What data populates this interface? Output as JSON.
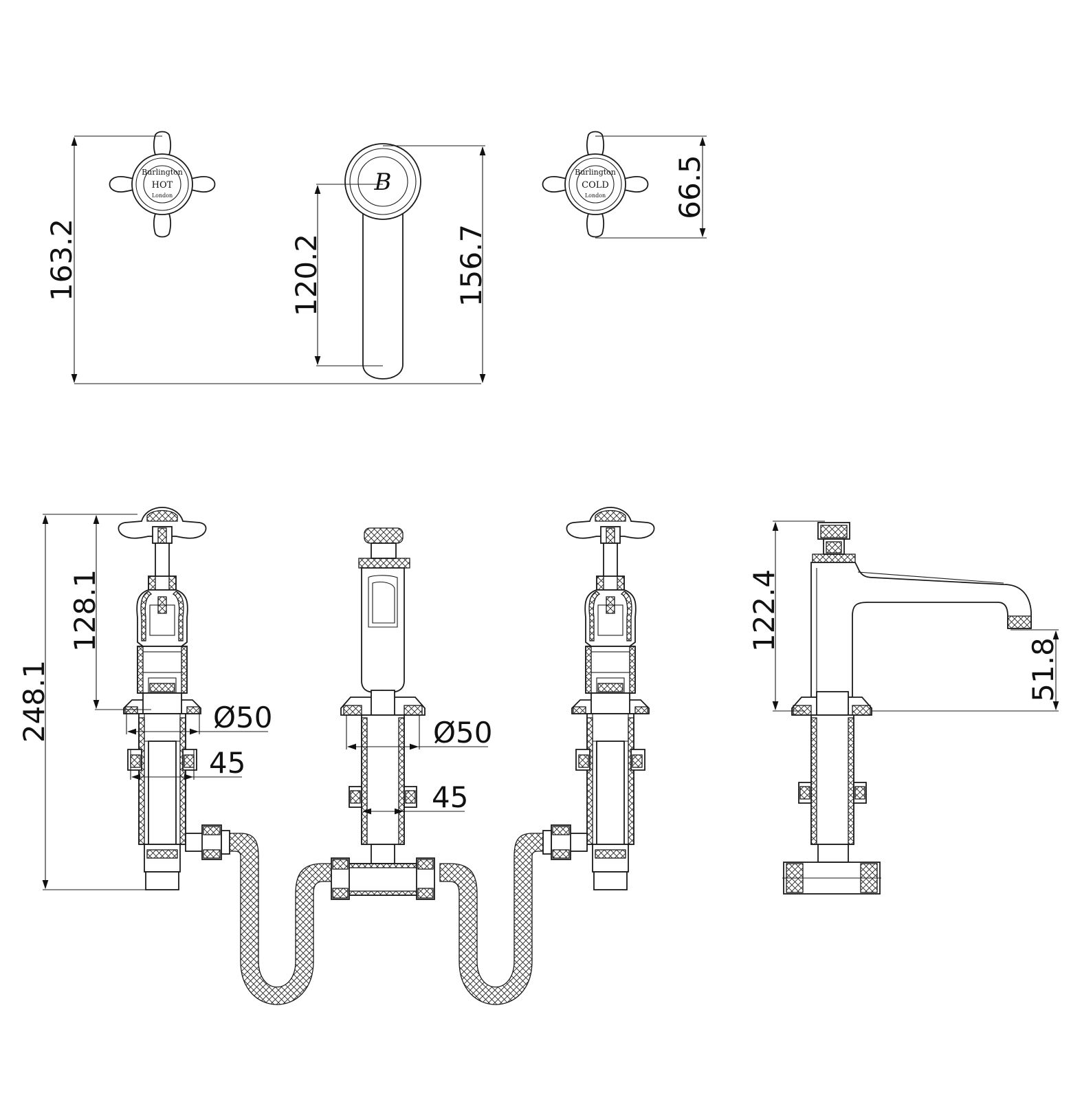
{
  "top_view": {
    "dims": {
      "total_height": "163.2",
      "spout_length": "120.2",
      "spout_height": "156.7",
      "handle_height": "66.5"
    },
    "hot_handle": {
      "brand": "Burlington",
      "label": "HOT",
      "city": "London"
    },
    "cold_handle": {
      "brand": "Burlington",
      "label": "COLD",
      "city": "London"
    },
    "spout_logo": "B"
  },
  "front_view": {
    "dims": {
      "overall": "248.1",
      "handle_above_deck": "128.1",
      "left_diameter": "Ø50",
      "left_shank": "45",
      "center_diameter": "Ø50",
      "center_shank": "45"
    }
  },
  "side_view": {
    "dims": {
      "height": "122.4",
      "spout_clearance": "51.8"
    }
  }
}
